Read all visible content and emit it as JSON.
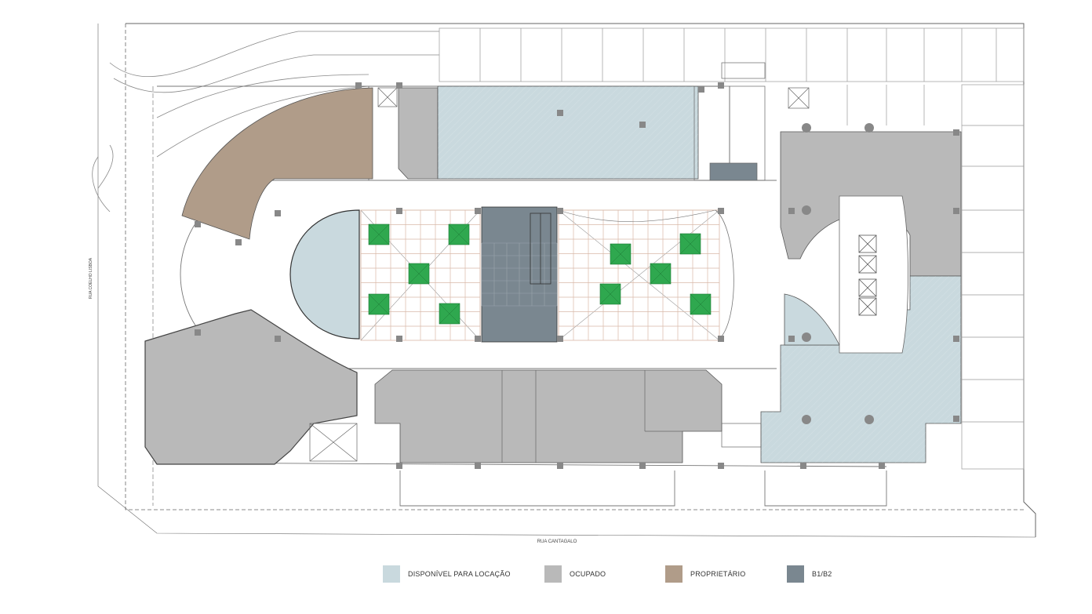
{
  "colors": {
    "available": "#c9d9de",
    "occupied": "#b9b9b9",
    "owner": "#b09c89",
    "b1b2": "#7a8790",
    "green_tile": "#2fa84f",
    "grid_line": "#d9b8a8",
    "line": "#555555"
  },
  "streets": {
    "bottom": "RUA CANTAGALO",
    "left": "RUA COELHO LISBOA"
  },
  "legend": [
    {
      "key": "available",
      "label": "DISPONÍVEL PARA LOCAÇÃO"
    },
    {
      "key": "occupied",
      "label": "OCUPADO"
    },
    {
      "key": "owner",
      "label": "PROPRIETÁRIO"
    },
    {
      "key": "b1b2",
      "label": "B1/B2"
    }
  ]
}
